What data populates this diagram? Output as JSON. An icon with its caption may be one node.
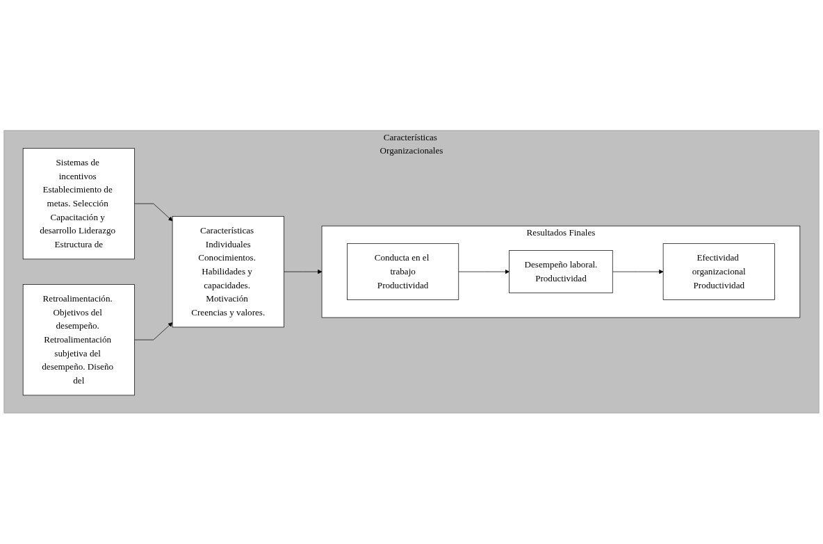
{
  "diagram": {
    "nodes": [
      {
        "text": [
          "Características Organizacionales"
        ]
      },
      {
        "text": [
          "Sistemas de incentivos Establecimiento de metas. Selección Capacitación y desarrollo Liderazgo Estructura de"
        ],
        "in": 0
      },
      {
        "text": [
          "Retroalimentación. Objetivos del desempeño. Retroalimentación subjetiva del desempeño. Diseño del"
        ],
        "in": 0
      },
      {
        "text": [
          "Características Individuales",
          "Conocimientos. Habilidades y capacidades. Motivación Creencias y valores."
        ],
        "in": 0
      },
      {
        "text": [
          "Resultados Finales"
        ],
        "in": 0
      },
      {
        "text": [
          "Conducta en el trabajo",
          "Productividad"
        ],
        "in": 4
      },
      {
        "text": [
          "Desempeño laboral.",
          "Productividad"
        ],
        "in": 4
      },
      {
        "text": [
          "Efectividad organizacional",
          "Productividad"
        ],
        "in": 4
      }
    ],
    "edges": [
      {
        "from": 1,
        "to": 3,
        "arrow": "to"
      },
      {
        "from": 2,
        "to": 3,
        "arrow": "to"
      },
      {
        "from": 3,
        "to": 4,
        "arrow": "to"
      },
      {
        "from": 5,
        "to": 6,
        "arrow": "to"
      },
      {
        "from": 6,
        "to": 7,
        "arrow": "to"
      }
    ]
  }
}
